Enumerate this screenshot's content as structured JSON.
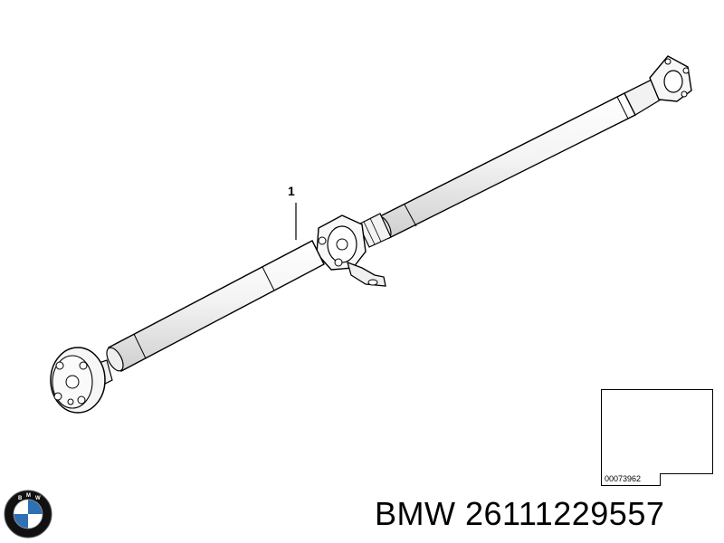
{
  "diagram": {
    "callout_number": "1",
    "thumbnail_code": "00073962"
  },
  "caption": {
    "brand": "BMW",
    "part_number": "26111229557",
    "text": "BMW 26111229557"
  },
  "logo": {
    "lettering": "BMW",
    "colors": {
      "ring": "#111111",
      "blue": "#2f6fb4",
      "white": "#ffffff"
    }
  }
}
